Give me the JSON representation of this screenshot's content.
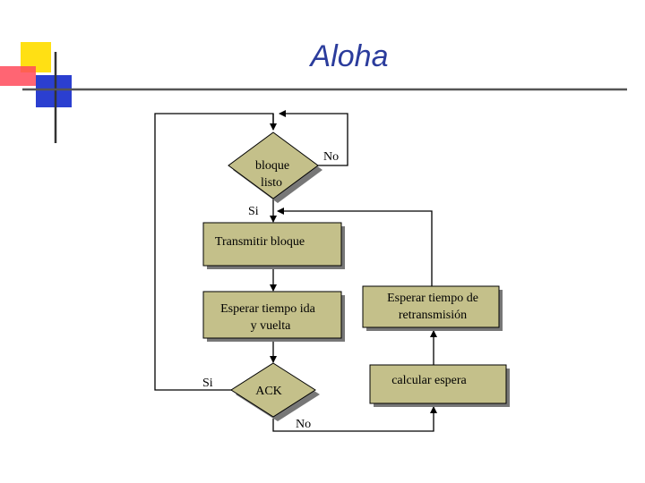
{
  "slide": {
    "title": "Aloha"
  },
  "diagram": {
    "decision_ready": {
      "line1": "bloque",
      "line2": "listo"
    },
    "label_no_top": "No",
    "label_si_top": "Si",
    "box_transmit": "Transmitir bloque",
    "box_wait_rtt": {
      "line1": "Esperar tiempo ida",
      "line2": "y vuelta"
    },
    "box_wait_retx": {
      "line1": "Esperar tiempo de",
      "line2": "retransmisión"
    },
    "box_calc_wait": "calcular espera",
    "decision_ack": "ACK",
    "label_si_bottom": "Si",
    "label_no_bottom": "No"
  },
  "colors": {
    "title": "#2b3c9c",
    "box_fill": "#c4c08a",
    "shadow": "#777777",
    "line": "#000000",
    "accent_yellow": "#ffe014",
    "accent_red": "#e8162a",
    "accent_blue": "#2b3fd0"
  }
}
